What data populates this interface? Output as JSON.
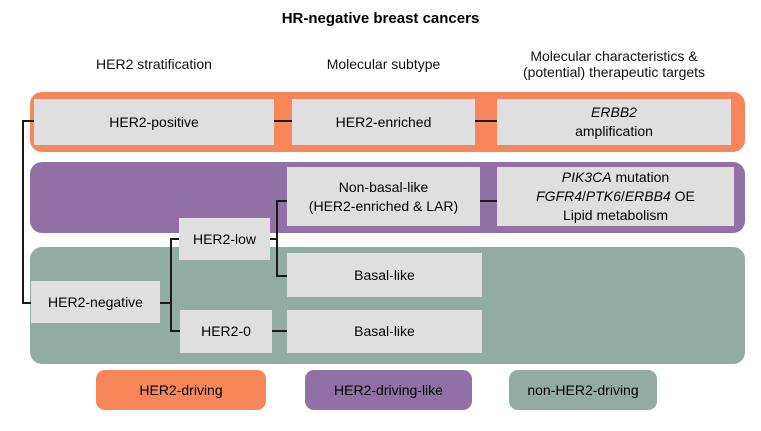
{
  "title": "HR-negative breast cancers",
  "columns": {
    "col1": "HER2 stratification",
    "col2": "Molecular subtype",
    "col3_line1": "Molecular characteristics &",
    "col3_line2": "(potential) therapeutic targets"
  },
  "nodes": {
    "her2_positive": "HER2-positive",
    "her2_enriched": "HER2-enriched",
    "erbb2_amplification": [
      {
        "text": "ERBB2",
        "italic": true
      },
      {
        "text": " amplification",
        "italic": false
      }
    ],
    "non_basal_like_line1": "Non-basal-like",
    "non_basal_like_line2": "(HER2-enriched & LAR)",
    "characteristics_line1": [
      {
        "text": "PIK3CA",
        "italic": true
      },
      {
        "text": " mutation",
        "italic": false
      }
    ],
    "characteristics_line2": [
      {
        "text": "FGFR4",
        "italic": true
      },
      {
        "text": "/",
        "italic": false
      },
      {
        "text": "PTK6",
        "italic": true
      },
      {
        "text": "/",
        "italic": false
      },
      {
        "text": "ERBB4",
        "italic": true
      },
      {
        "text": " OE",
        "italic": false
      }
    ],
    "characteristics_line3": "Lipid metabolism",
    "her2_low": "HER2-low",
    "her2_negative": "HER2-negative",
    "her2_0": "HER2-0",
    "basal_like_1": "Basal-like",
    "basal_like_2": "Basal-like"
  },
  "legend": [
    {
      "label": "HER2-driving",
      "color": "#F8865B"
    },
    {
      "label": "HER2-driving-like",
      "color": "#9170A6"
    },
    {
      "label": "non-HER2-driving",
      "color": "#90ACA3"
    }
  ],
  "colors": {
    "her2_driving_orange": "#F8865B",
    "her2_driving_like_purple": "#9170A6",
    "non_her2_driving_green": "#90ACA3",
    "node_gray": "#DFDFDF",
    "connector_black": "#1A1A1A"
  }
}
